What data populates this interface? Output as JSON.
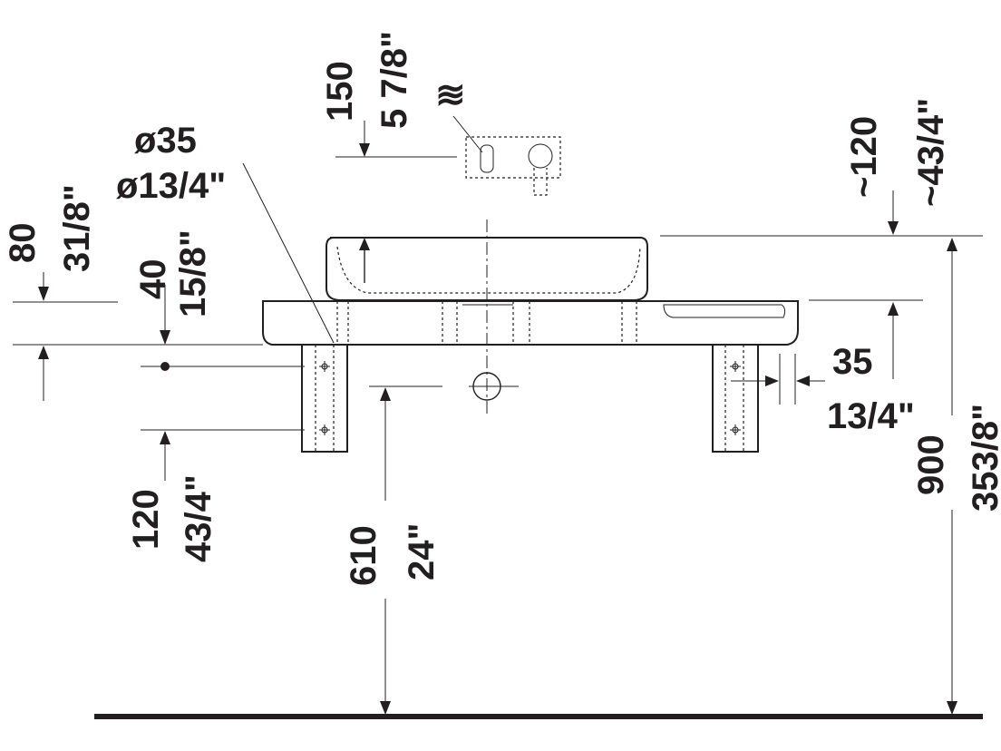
{
  "dimensions": {
    "tap_offset_mm": "150",
    "tap_offset_in": "5 7/8\"",
    "waste_diameter_mm": "ø35",
    "waste_diameter_in": "ø13/4\"",
    "counter_height_mm": "80",
    "counter_height_in": "31/8\"",
    "bowl_rim_mm": "40",
    "bowl_rim_in": "15/8\"",
    "bowl_height_mm": "~120",
    "bowl_height_in": "~43/4\"",
    "bracket_offset_mm": "35",
    "bracket_offset_in": "13/4\"",
    "total_height_mm": "900",
    "total_height_in": "353/8\"",
    "fixing_spacing_mm": "120",
    "fixing_spacing_in": "43/4\"",
    "waste_height_mm": "610",
    "waste_height_in": "24\""
  },
  "symbols": {
    "water_supply": "≋"
  },
  "icons": {
    "water": "water-supply-icon",
    "tap": "wall-mounted-tap-icon",
    "waste": "waste-outlet-icon"
  },
  "colors": {
    "line": "#231f20",
    "background": "#ffffff"
  }
}
